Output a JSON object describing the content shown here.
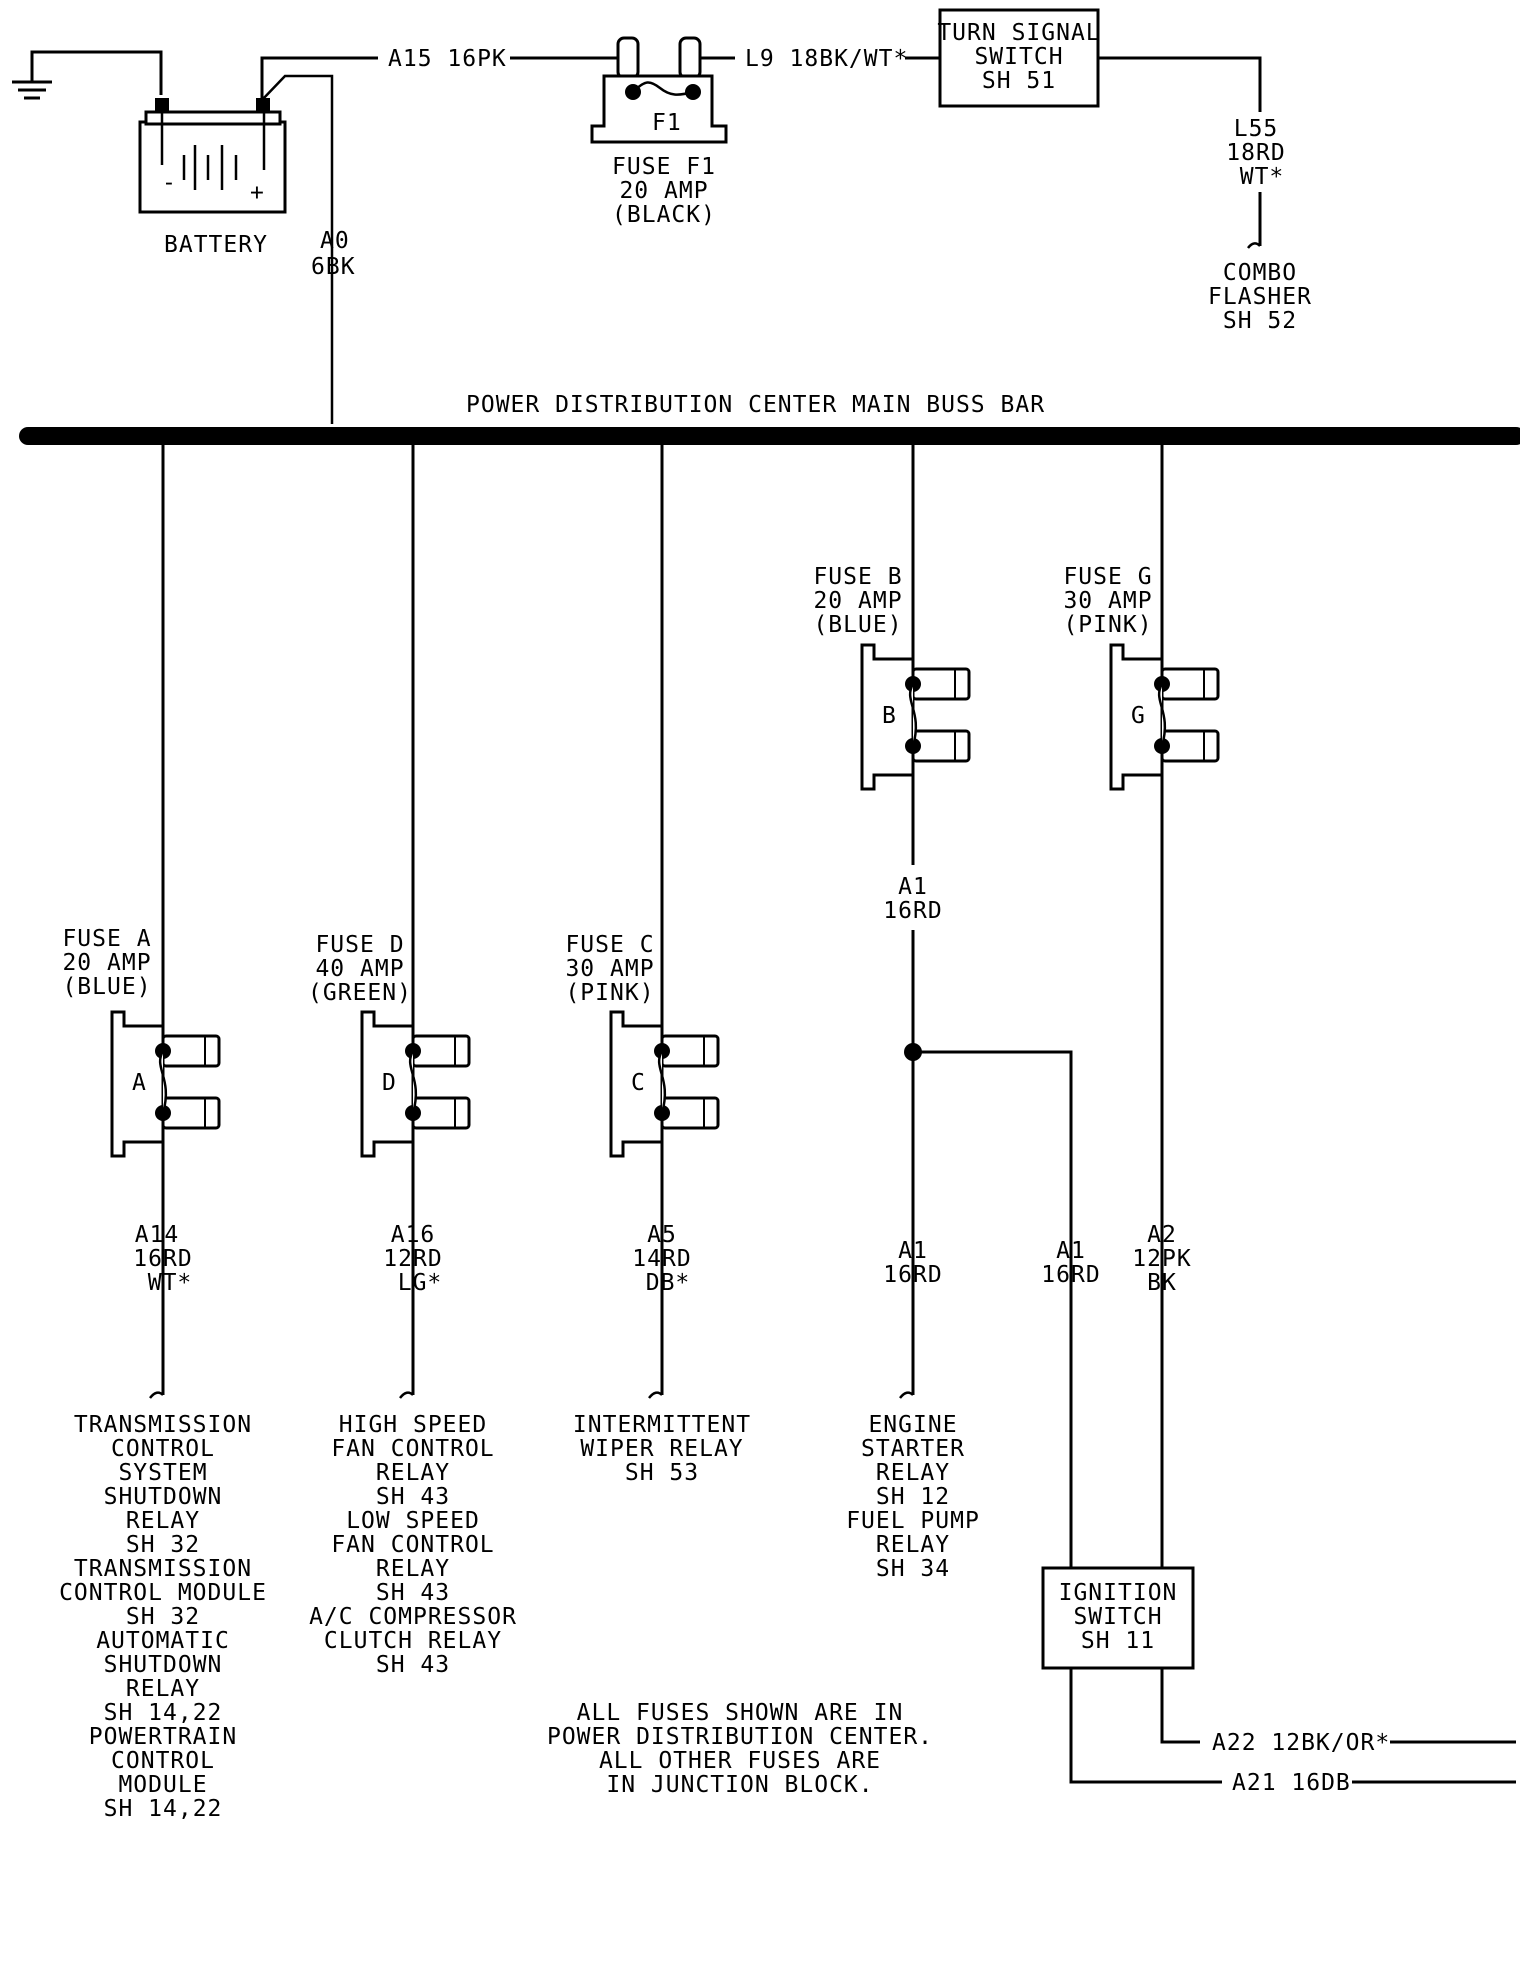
{
  "battery": {
    "label": "BATTERY",
    "minus": "-",
    "plus": "+",
    "out_wire_code": "A0",
    "out_wire_spec": "6BK"
  },
  "top_wire": {
    "to_fuse_f1": "A15 16PK",
    "from_fuse_f1": "L9 18BK/WT*"
  },
  "fuse_f1": {
    "id": "F1",
    "lines": [
      "FUSE F1",
      "20 AMP",
      "(BLACK)"
    ]
  },
  "turn_signal_switch": {
    "lines": [
      "TURN SIGNAL",
      "SWITCH",
      "SH 51"
    ]
  },
  "flasher_wire": {
    "lines": [
      "L55",
      "18RD",
      "WT*"
    ]
  },
  "combo_flasher": {
    "lines": [
      "COMBO",
      "FLASHER",
      "SH 52"
    ]
  },
  "bus_label": "POWER DISTRIBUTION CENTER MAIN BUSS BAR",
  "fuse_a": {
    "id": "A",
    "lines": [
      "FUSE A",
      "20 AMP",
      "(BLUE)"
    ],
    "wire": [
      "A14",
      "16RD",
      "WT*"
    ],
    "dest": [
      "TRANSMISSION",
      "CONTROL",
      "SYSTEM",
      "SHUTDOWN",
      "RELAY",
      "SH 32",
      "TRANSMISSION",
      "CONTROL MODULE",
      "SH 32",
      "AUTOMATIC",
      "SHUTDOWN",
      "RELAY",
      "SH 14,22",
      "POWERTRAIN",
      "CONTROL",
      "MODULE",
      "SH 14,22"
    ]
  },
  "fuse_d": {
    "id": "D",
    "lines": [
      "FUSE D",
      "40 AMP",
      "(GREEN)"
    ],
    "wire": [
      "A16",
      "12RD",
      "LG*"
    ],
    "dest": [
      "HIGH SPEED",
      "FAN CONTROL",
      "RELAY",
      "SH 43",
      "LOW SPEED",
      "FAN CONTROL",
      "RELAY",
      "SH 43",
      "A/C COMPRESSOR",
      "CLUTCH RELAY",
      "SH 43"
    ]
  },
  "fuse_c": {
    "id": "C",
    "lines": [
      "FUSE C",
      "30 AMP",
      "(PINK)"
    ],
    "wire": [
      "A5",
      "14RD",
      "DB*"
    ],
    "dest": [
      "INTERMITTENT",
      "WIPER RELAY",
      "SH 53"
    ]
  },
  "fuse_b": {
    "id": "B",
    "lines": [
      "FUSE B",
      "20 AMP",
      "(BLUE)"
    ],
    "wire_top": [
      "A1",
      "16RD"
    ],
    "wire": [
      "A1",
      "16RD"
    ],
    "dest": [
      "ENGINE",
      "STARTER",
      "RELAY",
      "SH 12",
      "FUEL PUMP",
      "RELAY",
      "SH 34"
    ]
  },
  "fuse_g": {
    "id": "G",
    "lines": [
      "FUSE G",
      "30 AMP",
      "(PINK)"
    ],
    "wire": [
      "A2",
      "12PK",
      "BK"
    ]
  },
  "ignition_feed": [
    "A1",
    "16RD"
  ],
  "ignition_switch": {
    "lines": [
      "IGNITION",
      "SWITCH",
      "SH 11"
    ]
  },
  "ignition_outputs": {
    "a22": "A22 12BK/OR*",
    "a21": "A21 16DB"
  },
  "note": [
    "ALL FUSES SHOWN ARE IN",
    "POWER DISTRIBUTION CENTER.",
    "ALL OTHER FUSES ARE",
    "IN JUNCTION BLOCK."
  ]
}
